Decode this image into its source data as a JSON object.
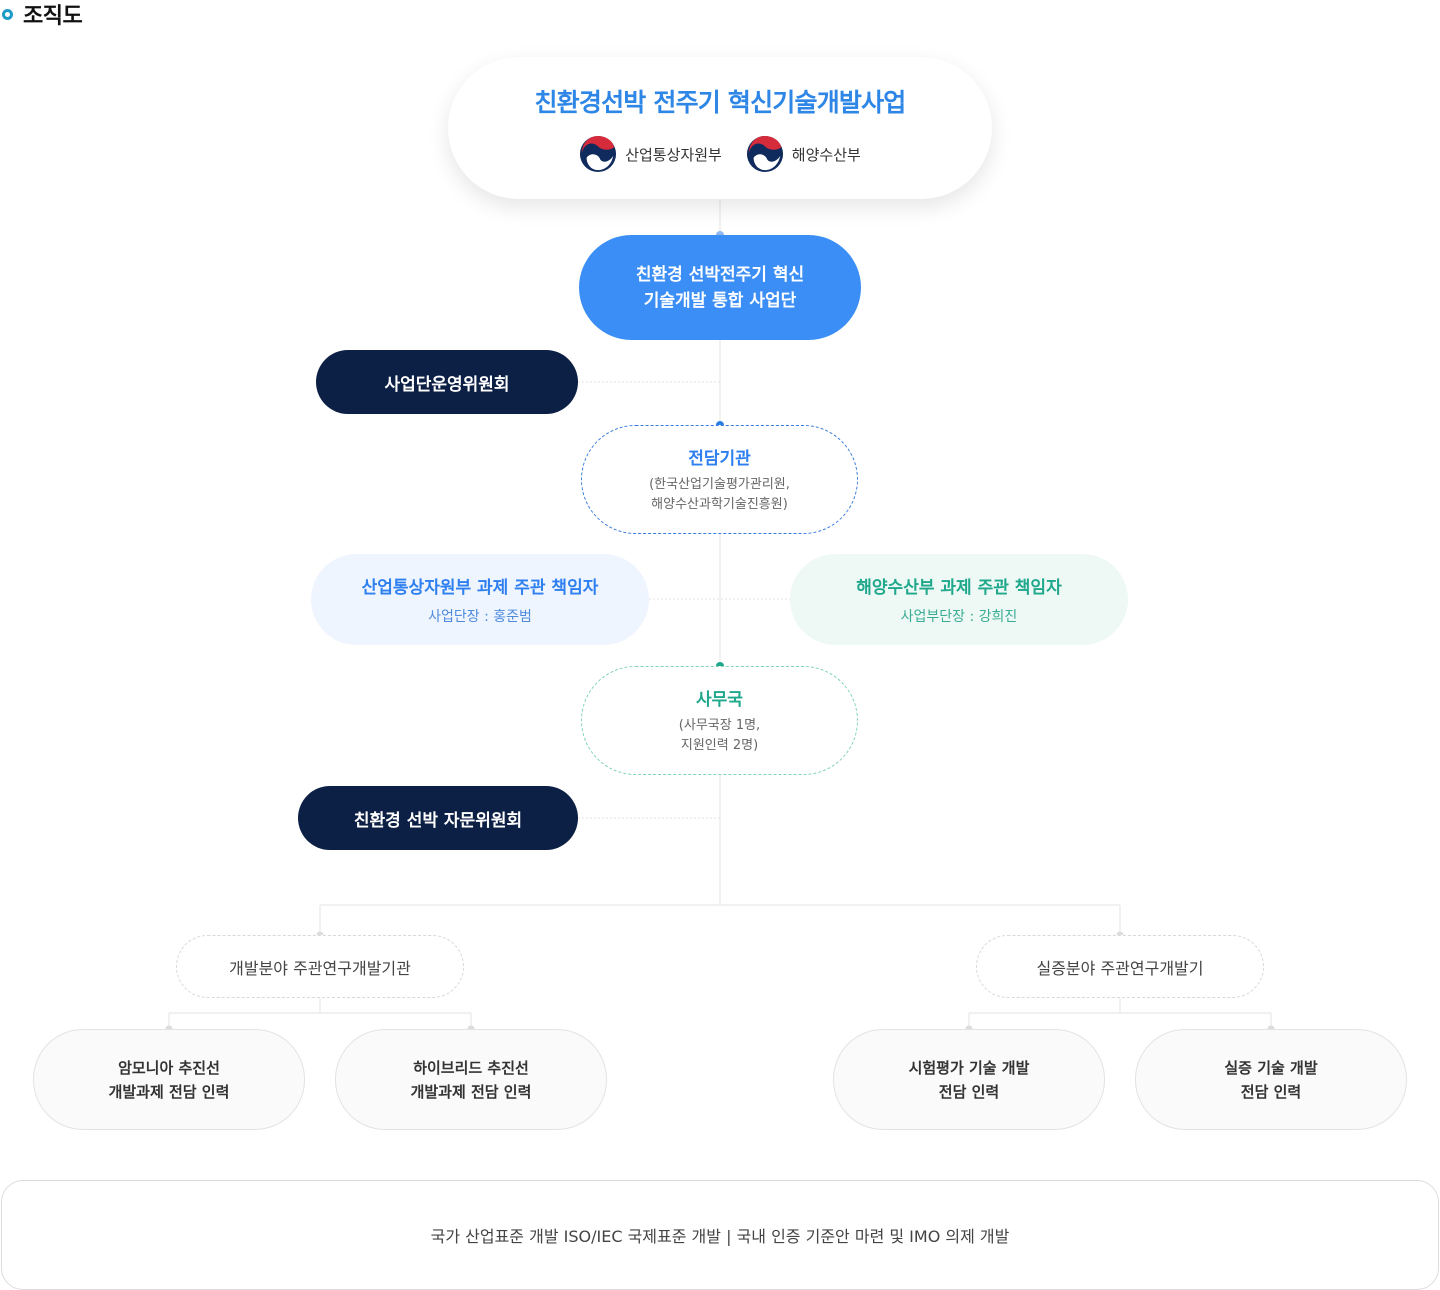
{
  "section_title": "조직도",
  "top": {
    "title": "친환경선박 전주기 혁신기술개발사업",
    "ministries": [
      "산업통상자원부",
      "해양수산부"
    ]
  },
  "hq": {
    "line1": "친환경 선박전주기 혁신",
    "line2": "기술개발 통합 사업단"
  },
  "steering_committee": "사업단운영위원회",
  "agency": {
    "title": "전담기관",
    "line1": "(한국산업기술평가관리원,",
    "line2": "해양수산과학기술진흥원)"
  },
  "motie_pm": {
    "title": "산업통상자원부 과제 주관 책임자",
    "sub": "사업단장 : 홍준범"
  },
  "mof_pm": {
    "title": "해양수산부 과제 주관 책임자",
    "sub": "사업부단장 : 강희진"
  },
  "secretariat": {
    "title": "사무국",
    "line1": "(사무국장 1명,",
    "line2": "지원인력 2명)"
  },
  "advisory_committee": "친환경 선박 자문위원회",
  "dev_field": "개발분야 주관연구개발기관",
  "demo_field": "실증분야 주관연구개발기",
  "leaves": [
    {
      "line1": "암모니아 추진선",
      "line2": "개발과제 전담 인력"
    },
    {
      "line1": "하이브리드 추진선",
      "line2": "개발과제 전담 인력"
    },
    {
      "line1": "시험평가 기술 개발",
      "line2": "전담 인력"
    },
    {
      "line1": "실증 기술 개발",
      "line2": "전담 인력"
    }
  ],
  "footer": "국가 산업표준 개발 ISO/IEC 국제표준 개발 | 국내 인증 기준안 마련 및 IMO 의제 개발",
  "colors": {
    "blue": "#3a8ef6",
    "navy": "#0c1f45",
    "teal": "#1fa88c",
    "ring": "#1e9bc7"
  }
}
